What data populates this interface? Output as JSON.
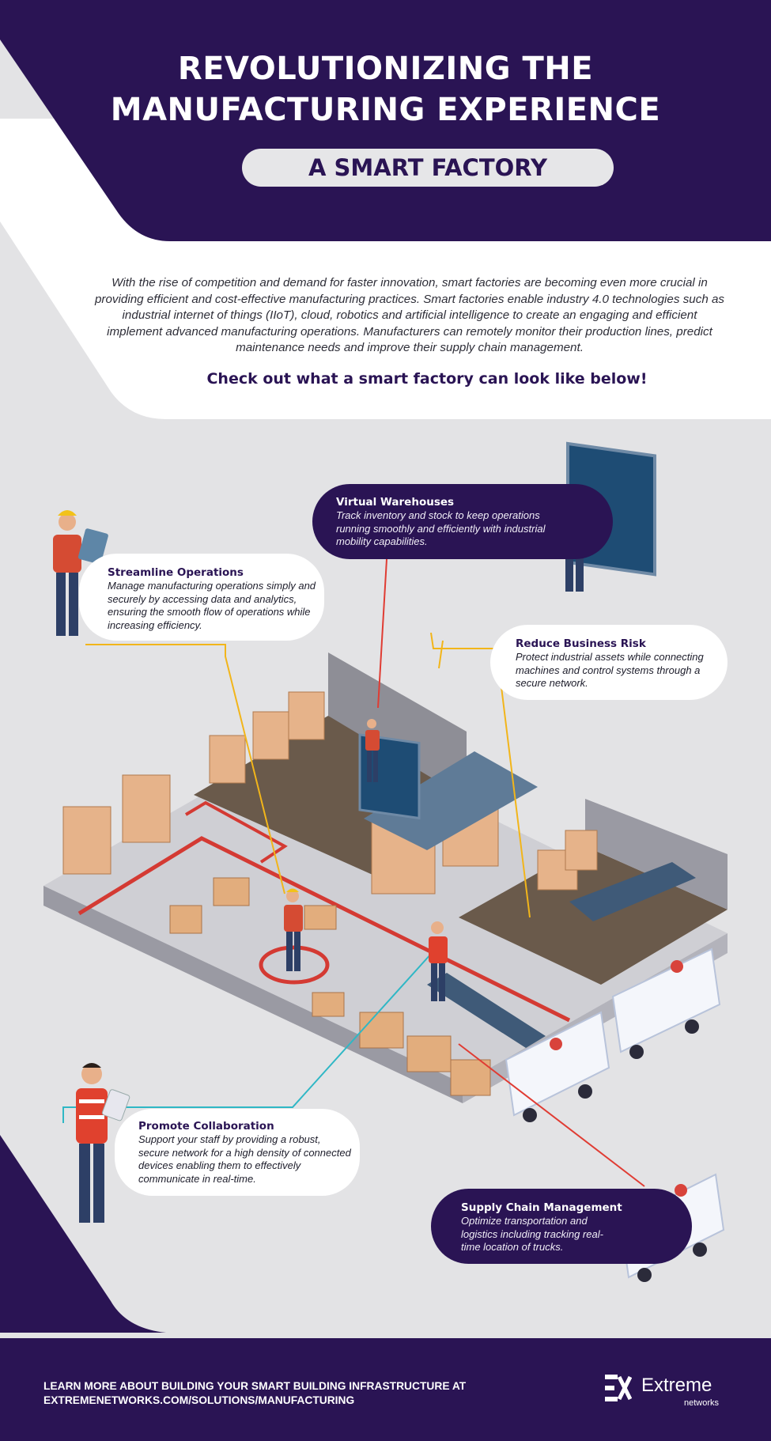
{
  "header": {
    "title_line1": "REVOLUTIONIZING THE",
    "title_line2": "MANUFACTURING EXPERIENCE",
    "subtitle": "A SMART FACTORY"
  },
  "intro": {
    "paragraph": "With the rise of competition and demand for faster innovation, smart factories are becoming even more crucial in providing efficient and cost-effective manufacturing practices. Smart factories enable industry 4.0 technologies such as industrial internet of things (IIoT), cloud, robotics and artificial intelligence to create an engaging and efficient implement advanced manufacturing operations. Manufacturers can remotely monitor their production lines, predict maintenance needs and improve their supply chain management.",
    "cta": "Check out what a smart factory can look like below!"
  },
  "callouts": {
    "virtual_warehouses": {
      "title": "Virtual Warehouses",
      "text": "Track inventory and stock to keep operations running smoothly and efficiently with industrial mobility capabilities."
    },
    "streamline_operations": {
      "title": "Streamline Operations",
      "text": "Manage manufacturing operations simply and securely by accessing data and analytics, ensuring the smooth flow of operations while increasing efficiency."
    },
    "reduce_business_risk": {
      "title": "Reduce Business Risk",
      "text": "Protect industrial assets while connecting machines and control systems through a secure network."
    },
    "promote_collaboration": {
      "title": "Promote Collaboration",
      "text": "Support your staff by providing a robust, secure network for a high density of connected devices enabling them to effectively communicate in real-time."
    },
    "supply_chain_management": {
      "title": "Supply Chain Management",
      "text": "Optimize transportation and logistics including tracking real-time location of trucks."
    }
  },
  "footer": {
    "line1": "LEARN MORE ABOUT BUILDING YOUR SMART BUILDING INFRASTRUCTURE AT",
    "line2": "EXTREMENETWORKS.COM/SOLUTIONS/MANUFACTURING",
    "logo_word": "Extreme",
    "logo_sub": "networks"
  },
  "colors": {
    "brand_purple": "#2a1454",
    "accent_yellow": "#f2b51a",
    "accent_red": "#e03c33",
    "accent_teal": "#2fb7c5"
  }
}
